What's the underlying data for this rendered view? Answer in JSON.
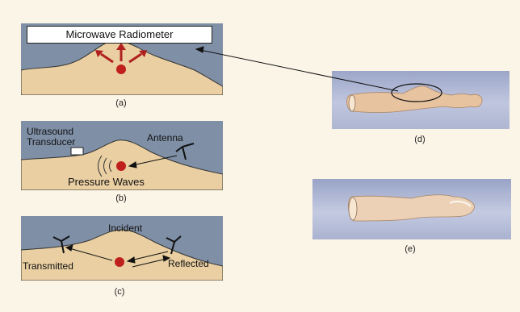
{
  "panel_a": {
    "title": "Microwave Radiometer",
    "caption": "(a)"
  },
  "panel_b": {
    "transducer_label_line1": "Ultrasound",
    "transducer_label_line2": "Transducer",
    "antenna_label": "Antenna",
    "waves_label": "Pressure Waves",
    "caption": "(b)"
  },
  "panel_c": {
    "incident_label": "Incident",
    "transmitted_label": "Transmitted",
    "reflected_label": "Reflected",
    "caption": "(c)"
  },
  "panel_d": {
    "caption": "(d)"
  },
  "panel_e": {
    "caption": "(e)"
  },
  "colors": {
    "background": "#fbf5e8",
    "panel_blue": "#7f8fa6",
    "tissue": "#e9cfa2",
    "tumor": "#c0201c",
    "arrow": "#b02020"
  }
}
